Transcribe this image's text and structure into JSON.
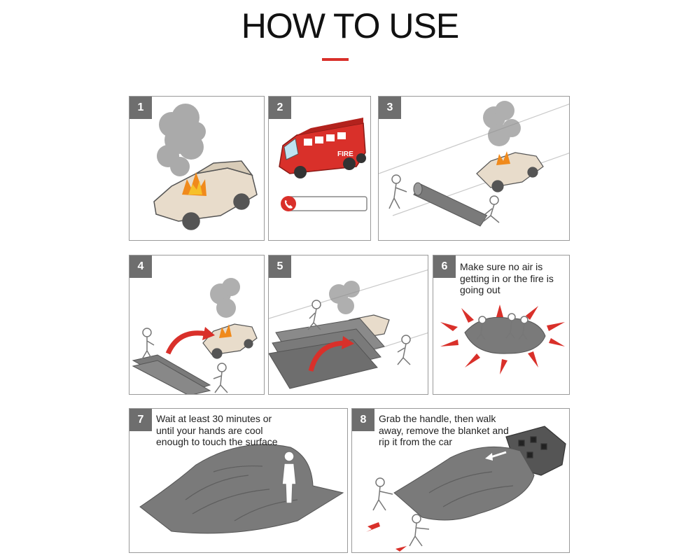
{
  "header": {
    "title": "HOW TO USE"
  },
  "steps": [
    {
      "number": "1",
      "caption": ""
    },
    {
      "number": "2",
      "caption": ""
    },
    {
      "number": "3",
      "caption": ""
    },
    {
      "number": "4",
      "caption": ""
    },
    {
      "number": "5",
      "caption": ""
    },
    {
      "number": "6",
      "caption": "Make sure no air is getting in or the fire is going out"
    },
    {
      "number": "7",
      "caption": "Wait at least 30 minutes or until your hands are cool enough to touch the surface"
    },
    {
      "number": "8",
      "caption": "Grab the handle, then walk away, remove the blanket and rip it from the car"
    }
  ],
  "fire_truck": {
    "label": "FIRE"
  },
  "colors": {
    "accent": "#d9302a",
    "blanket": "#7a7a7a",
    "badge": "#6e6e6e"
  }
}
